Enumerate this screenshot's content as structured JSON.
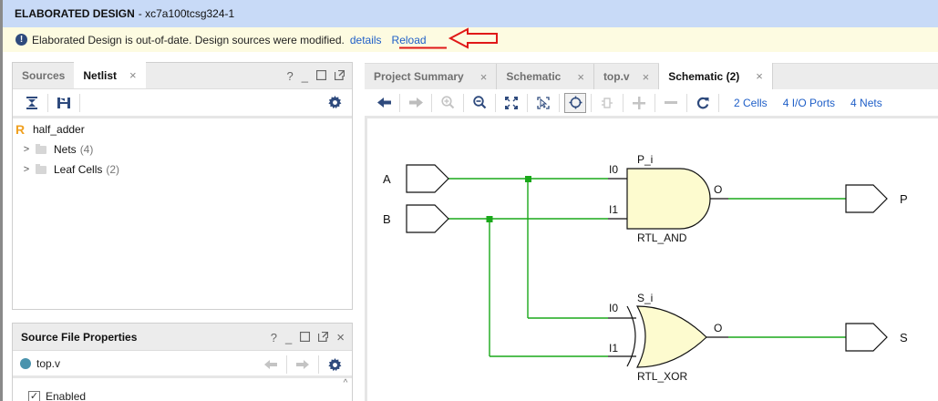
{
  "window": {
    "title_bold": "ELABORATED DESIGN",
    "title_rest": "- xc7a100tcsg324-1"
  },
  "banner": {
    "icon": "info-icon",
    "message": "Elaborated Design is out-of-date. Design sources were modified.",
    "details_link": "details",
    "reload_link": "Reload",
    "annotation_color": "#e01818"
  },
  "netlist_panel": {
    "tabs": [
      {
        "label": "Sources",
        "active": false
      },
      {
        "label": "Netlist",
        "active": true,
        "closable": true
      }
    ],
    "window_controls": [
      "?",
      "_",
      "□",
      "⧉"
    ],
    "toolbar": [
      "collapse-all-icon",
      "expand-all-icon",
      "gear-icon"
    ],
    "tree": {
      "root": {
        "icon": "R",
        "label": "half_adder"
      },
      "children": [
        {
          "label": "Nets",
          "count": "(4)"
        },
        {
          "label": "Leaf Cells",
          "count": "(2)"
        }
      ]
    }
  },
  "source_file_properties": {
    "title": "Source File Properties",
    "window_controls": [
      "?",
      "_",
      "□",
      "⧉",
      "×"
    ],
    "file": "top.v",
    "enabled_label": "Enabled",
    "enabled_checked": true
  },
  "editor": {
    "tabs": [
      {
        "label": "Project Summary",
        "active": false
      },
      {
        "label": "Schematic",
        "active": false
      },
      {
        "label": "top.v",
        "active": false
      },
      {
        "label": "Schematic (2)",
        "active": true
      }
    ],
    "close_glyph": "×",
    "stats": {
      "cells": "2 Cells",
      "io_ports": "4 I/O Ports",
      "nets": "4 Nets"
    }
  },
  "schematic": {
    "wire_color": "#1aa81a",
    "gate_fill": "#fdfbcf",
    "inputs": [
      {
        "label": "A"
      },
      {
        "label": "B"
      }
    ],
    "outputs": [
      {
        "label": "P"
      },
      {
        "label": "S"
      }
    ],
    "gates": [
      {
        "instance": "P_i",
        "type": "RTL_AND",
        "pins": [
          "I0",
          "I1",
          "O"
        ]
      },
      {
        "instance": "S_i",
        "type": "RTL_XOR",
        "pins": [
          "I0",
          "I1",
          "O"
        ]
      }
    ]
  }
}
